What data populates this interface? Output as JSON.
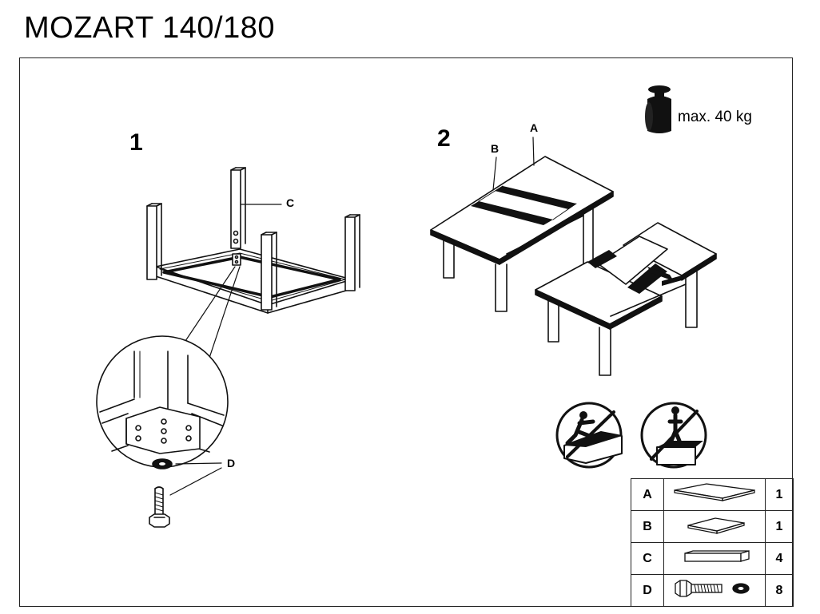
{
  "title": "MOZART 140/180",
  "steps": {
    "one": "1",
    "two": "2"
  },
  "callouts": {
    "a": "A",
    "b": "B",
    "c": "C",
    "d": "D"
  },
  "weight_limit": "max. 40 kg",
  "icons": [
    "weight-icon",
    "no-climbing-icon",
    "no-standing-icon"
  ],
  "parts": [
    {
      "code": "A",
      "icon": "tabletop-icon",
      "qty": "1"
    },
    {
      "code": "B",
      "icon": "extension-leaf-icon",
      "qty": "1"
    },
    {
      "code": "C",
      "icon": "leg-icon",
      "qty": "4"
    },
    {
      "code": "D",
      "icon": "bolt-washer-icon",
      "qty": "8"
    }
  ]
}
